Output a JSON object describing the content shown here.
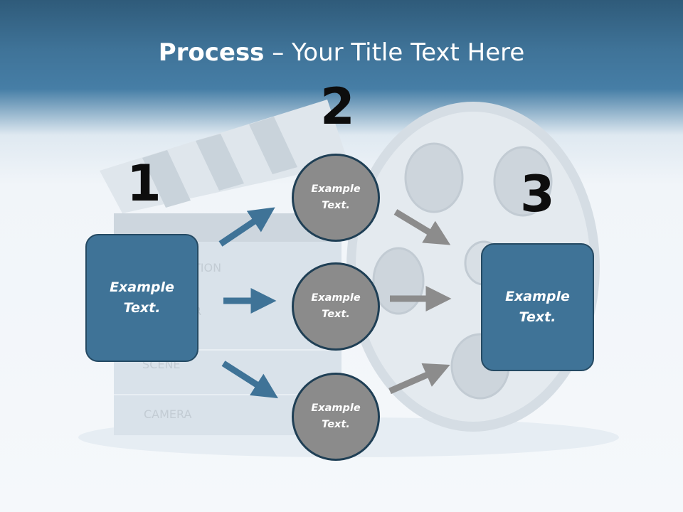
{
  "title": {
    "bold": "Process",
    "rest": " – Your Title Text Here"
  },
  "numbers": [
    "1",
    "2",
    "3"
  ],
  "left_box": {
    "text": "Example\nText."
  },
  "right_box": {
    "text": "Example\nText."
  },
  "circles": [
    {
      "text": "Example\nText."
    },
    {
      "text": "Example\nText."
    },
    {
      "text": "Example\nText."
    }
  ],
  "background_labels": {
    "production": "TION",
    "director": "R",
    "scene": "SCENE",
    "camera": "CAMERA"
  },
  "colors": {
    "header_dark": "#2f5b7a",
    "box_fill": "#3f7397",
    "box_border": "#254a63",
    "circle_fill": "#8b8b8b",
    "blue_arrow": "#3f7397",
    "gray_arrow": "#8c8c8c"
  },
  "icons": [
    "clapperboard-icon",
    "film-reel-icon"
  ]
}
